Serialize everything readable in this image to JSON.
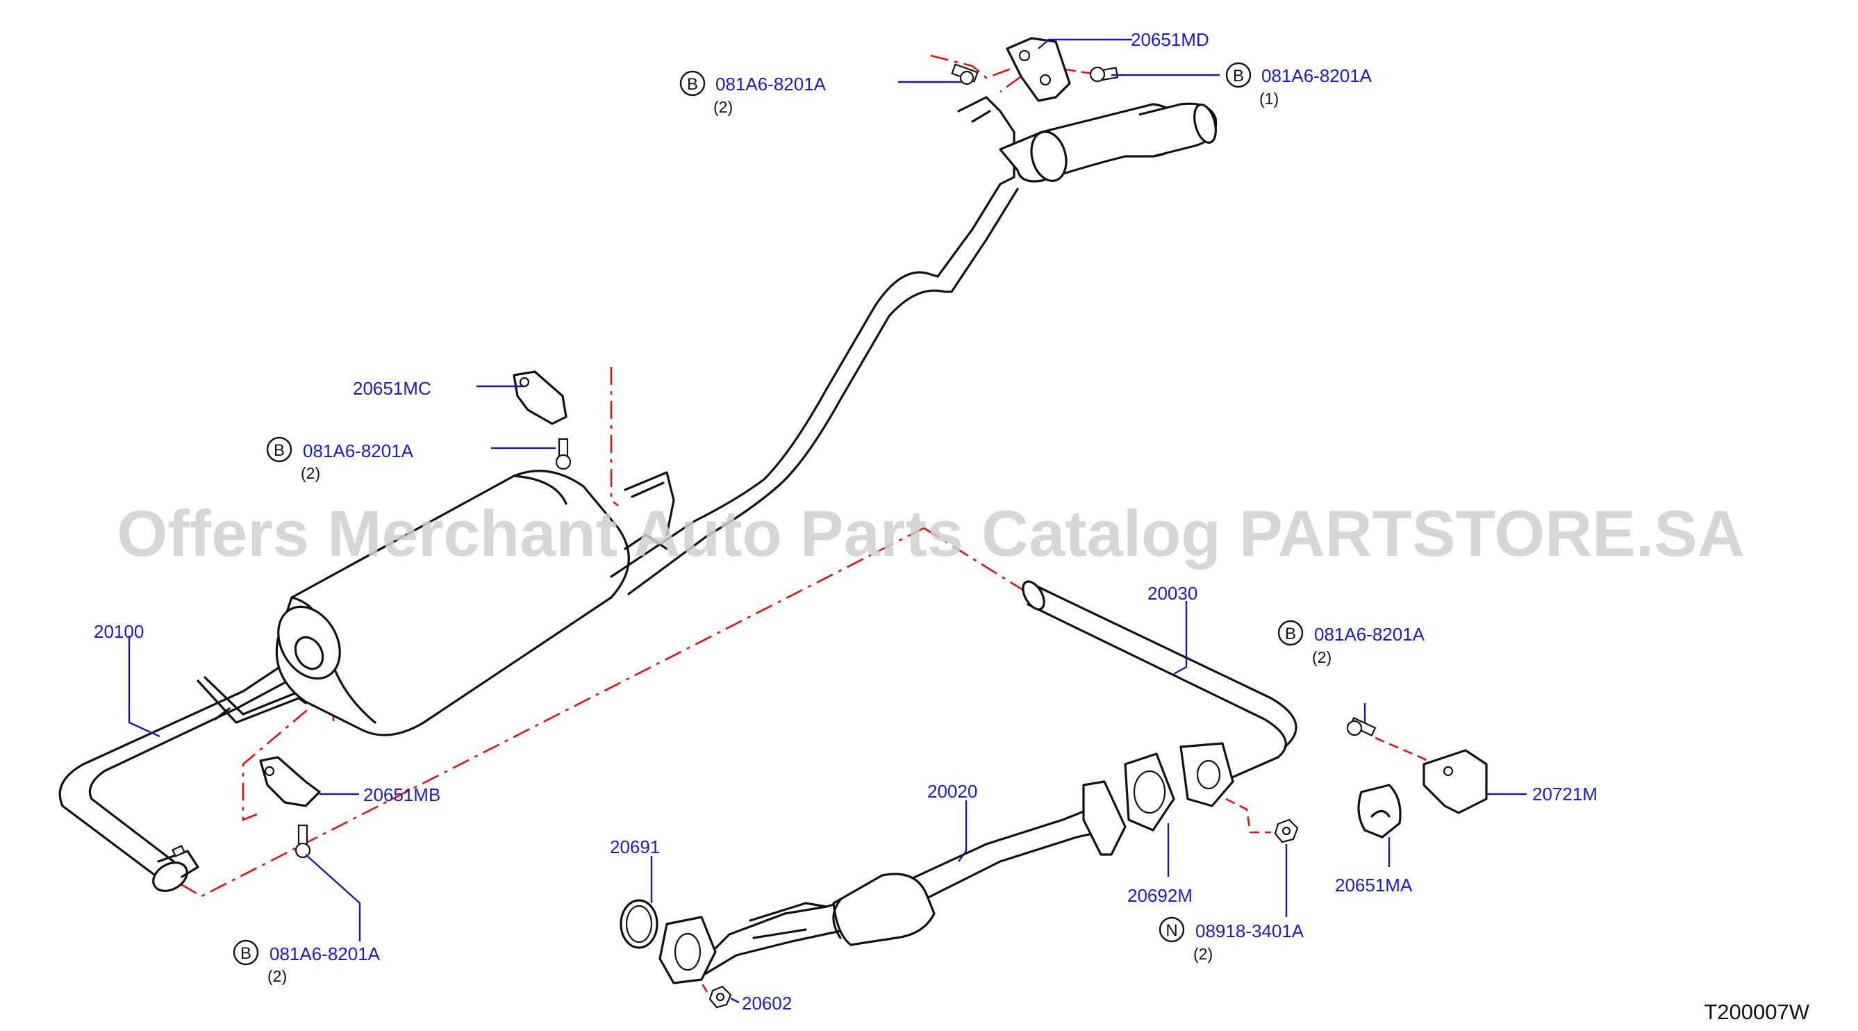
{
  "watermark": "Offers Merchant Auto Parts Catalog PARTSTORE.SA",
  "diagram_ref": "T200007W",
  "labels": {
    "p20651MD": "20651MD",
    "p20651MC": "20651MC",
    "p20651MB": "20651MB",
    "p20651MA": "20651MA",
    "p20100": "20100",
    "p20030": "20030",
    "p20020": "20020",
    "p20691": "20691",
    "p20602": "20602",
    "p20692M": "20692M",
    "p20721M": "20721M"
  },
  "callouts": [
    {
      "id": "b1",
      "badge": "B",
      "part": "081A6-8201A",
      "qty": "(2)"
    },
    {
      "id": "b2",
      "badge": "B",
      "part": "081A6-8201A",
      "qty": "(1)"
    },
    {
      "id": "b3",
      "badge": "B",
      "part": "081A6-8201A",
      "qty": "(2)"
    },
    {
      "id": "b4",
      "badge": "B",
      "part": "081A6-8201A",
      "qty": "(2)"
    },
    {
      "id": "b5",
      "badge": "B",
      "part": "081A6-8201A",
      "qty": "(2)"
    },
    {
      "id": "n1",
      "badge": "N",
      "part": "08918-3401A",
      "qty": "(2)"
    }
  ]
}
